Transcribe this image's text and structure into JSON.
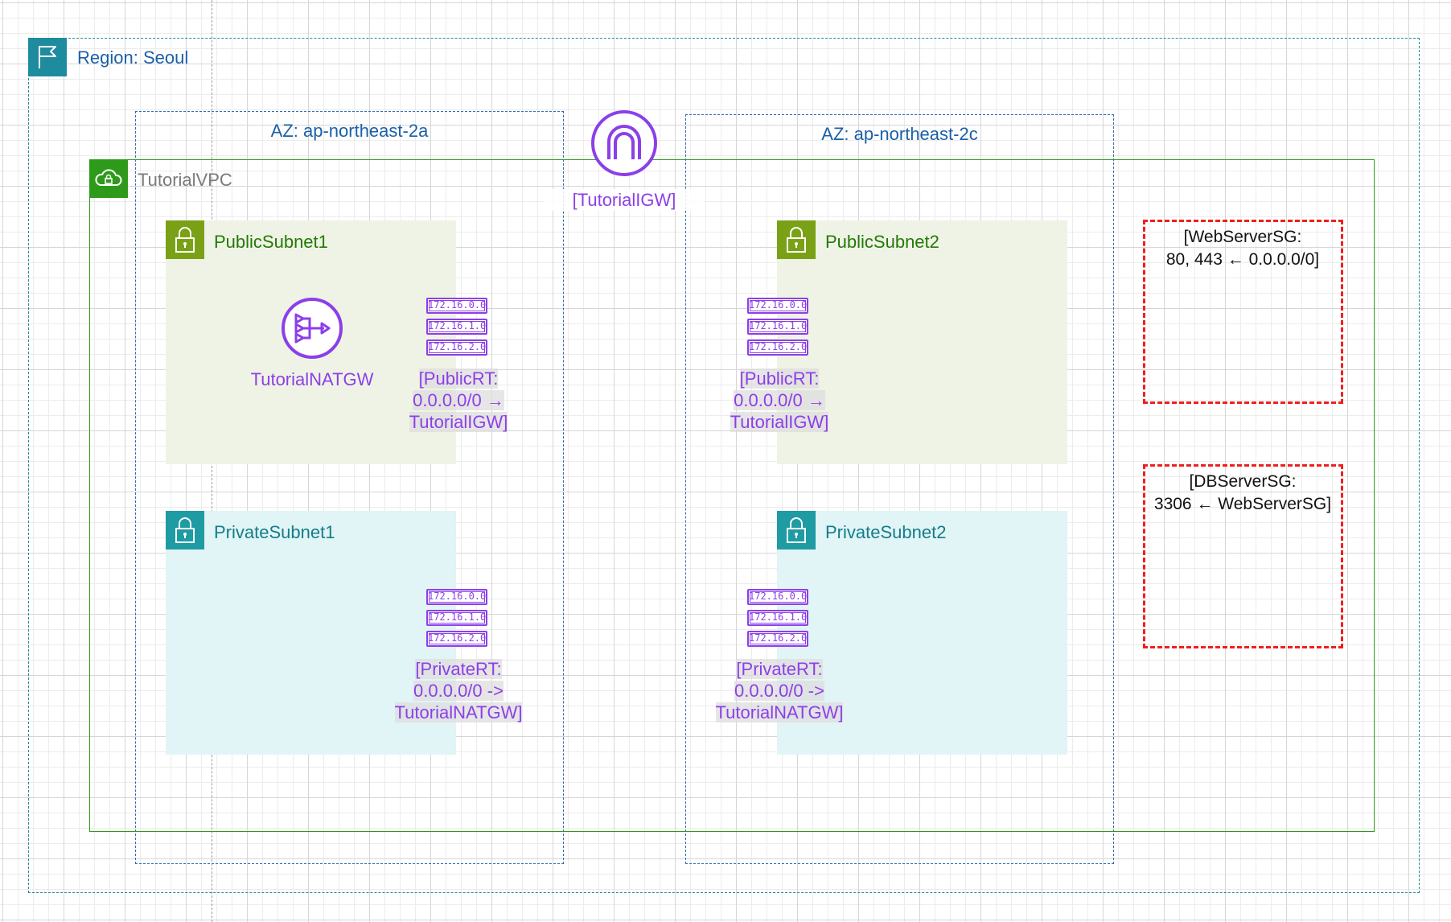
{
  "region": {
    "label": "Region: Seoul",
    "icon": "flag-icon",
    "color": "#1f8b9e"
  },
  "availability_zones": [
    {
      "label": "AZ: ap-northeast-2a"
    },
    {
      "label": "AZ: ap-northeast-2c"
    }
  ],
  "vpc": {
    "label": "TutorialVPC",
    "icon": "cloud-lock-icon",
    "color": "#2e9a1a"
  },
  "igw": {
    "label": "[TutorialIGW]",
    "icon": "internet-gateway-icon",
    "color": "#8c3fe8"
  },
  "subnets": {
    "public1": {
      "label": "PublicSubnet1",
      "icon": "lock-icon"
    },
    "public2": {
      "label": "PublicSubnet2",
      "icon": "lock-icon"
    },
    "private1": {
      "label": "PrivateSubnet1",
      "icon": "lock-icon"
    },
    "private2": {
      "label": "PrivateSubnet2",
      "icon": "lock-icon"
    }
  },
  "natgw": {
    "label": "TutorialNATGW",
    "icon": "nat-gateway-icon"
  },
  "route_table_icon": {
    "rows": [
      "172.16.0.0",
      "172.16.1.0",
      "172.16.2.0"
    ],
    "icon": "route-table-icon"
  },
  "route_tables": {
    "public1": [
      "[PublicRT:",
      "0.0.0.0/0 →",
      "TutorialIGW]"
    ],
    "public2": [
      "[PublicRT:",
      "0.0.0.0/0 →",
      "TutorialIGW]"
    ],
    "private1": [
      "[PrivateRT:",
      "0.0.0.0/0 ->",
      "TutorialNATGW]"
    ],
    "private2": [
      "[PrivateRT:",
      "0.0.0.0/0 ->",
      "TutorialNATGW]"
    ]
  },
  "security_groups": {
    "web": [
      "[WebServerSG:",
      "80, 443 ← 0.0.0.0/0]"
    ],
    "db": [
      "[DBServerSG:",
      "3306 ← WebServerSG]"
    ]
  },
  "colors": {
    "region": "#1f8b9e",
    "az": "#2d6db5",
    "vpc": "#2e9a1a",
    "public_subnet_fill": "#eff3e5",
    "private_subnet_fill": "#e1f4f6",
    "public_badge": "#7aa116",
    "private_badge": "#1e9ba3",
    "network_purple": "#8c3fe8",
    "security_group": "#ef1f1f"
  }
}
